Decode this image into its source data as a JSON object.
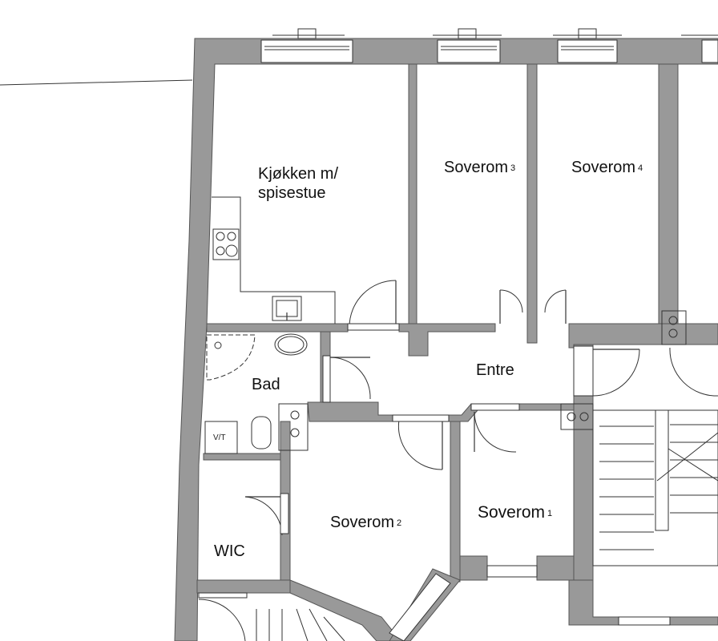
{
  "rooms": {
    "kitchen": {
      "line1": "Kjøkken m/",
      "line2": "spisestue"
    },
    "bedroom3": {
      "label": "Soverom",
      "number": "3"
    },
    "bedroom4": {
      "label": "Soverom",
      "number": "4"
    },
    "bathroom": {
      "label": "Bad"
    },
    "entry": {
      "label": "Entre"
    },
    "bedroom2": {
      "label": "Soverom",
      "number": "2"
    },
    "bedroom1": {
      "label": "Soverom",
      "number": "1"
    },
    "walk_in_closet": {
      "label": "WIC"
    }
  },
  "fixtures": {
    "washer_dryer": "V/T"
  },
  "colors": {
    "wall_fill": "#999999",
    "line": "#333333",
    "background": "#ffffff"
  }
}
